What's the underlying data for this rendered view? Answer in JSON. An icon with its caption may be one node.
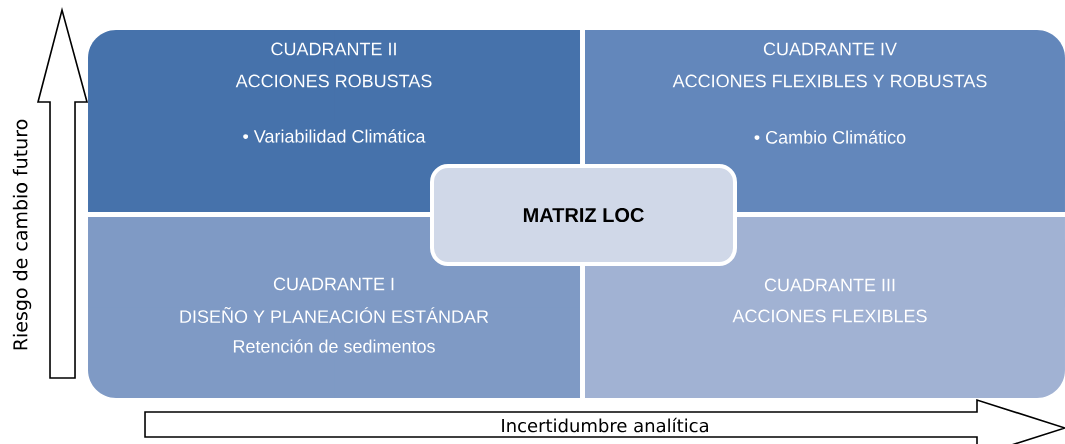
{
  "diagram": {
    "nodes": [
      {
        "text": [
          "CUADRANTE II",
          "ACCIONES ROBUSTAS",
          "• Variabilidad Climática"
        ]
      },
      {
        "text": [
          "CUADRANTE IV",
          "ACCIONES FLEXIBLES Y ROBUSTAS",
          "• Cambio Climático"
        ]
      },
      {
        "text": [
          "MATRIZ LOC"
        ]
      },
      {
        "text": [
          "CUADRANTE I",
          "DISEÑO Y PLANEACIÓN ESTÁNDAR",
          "Retención de sedimentos"
        ]
      },
      {
        "text": [
          "CUADRANTE III",
          "ACCIONES FLEXIBLES"
        ]
      }
    ],
    "labels": [
      "Riesgo de cambio futuro",
      "Incertidumbre analítica"
    ]
  }
}
